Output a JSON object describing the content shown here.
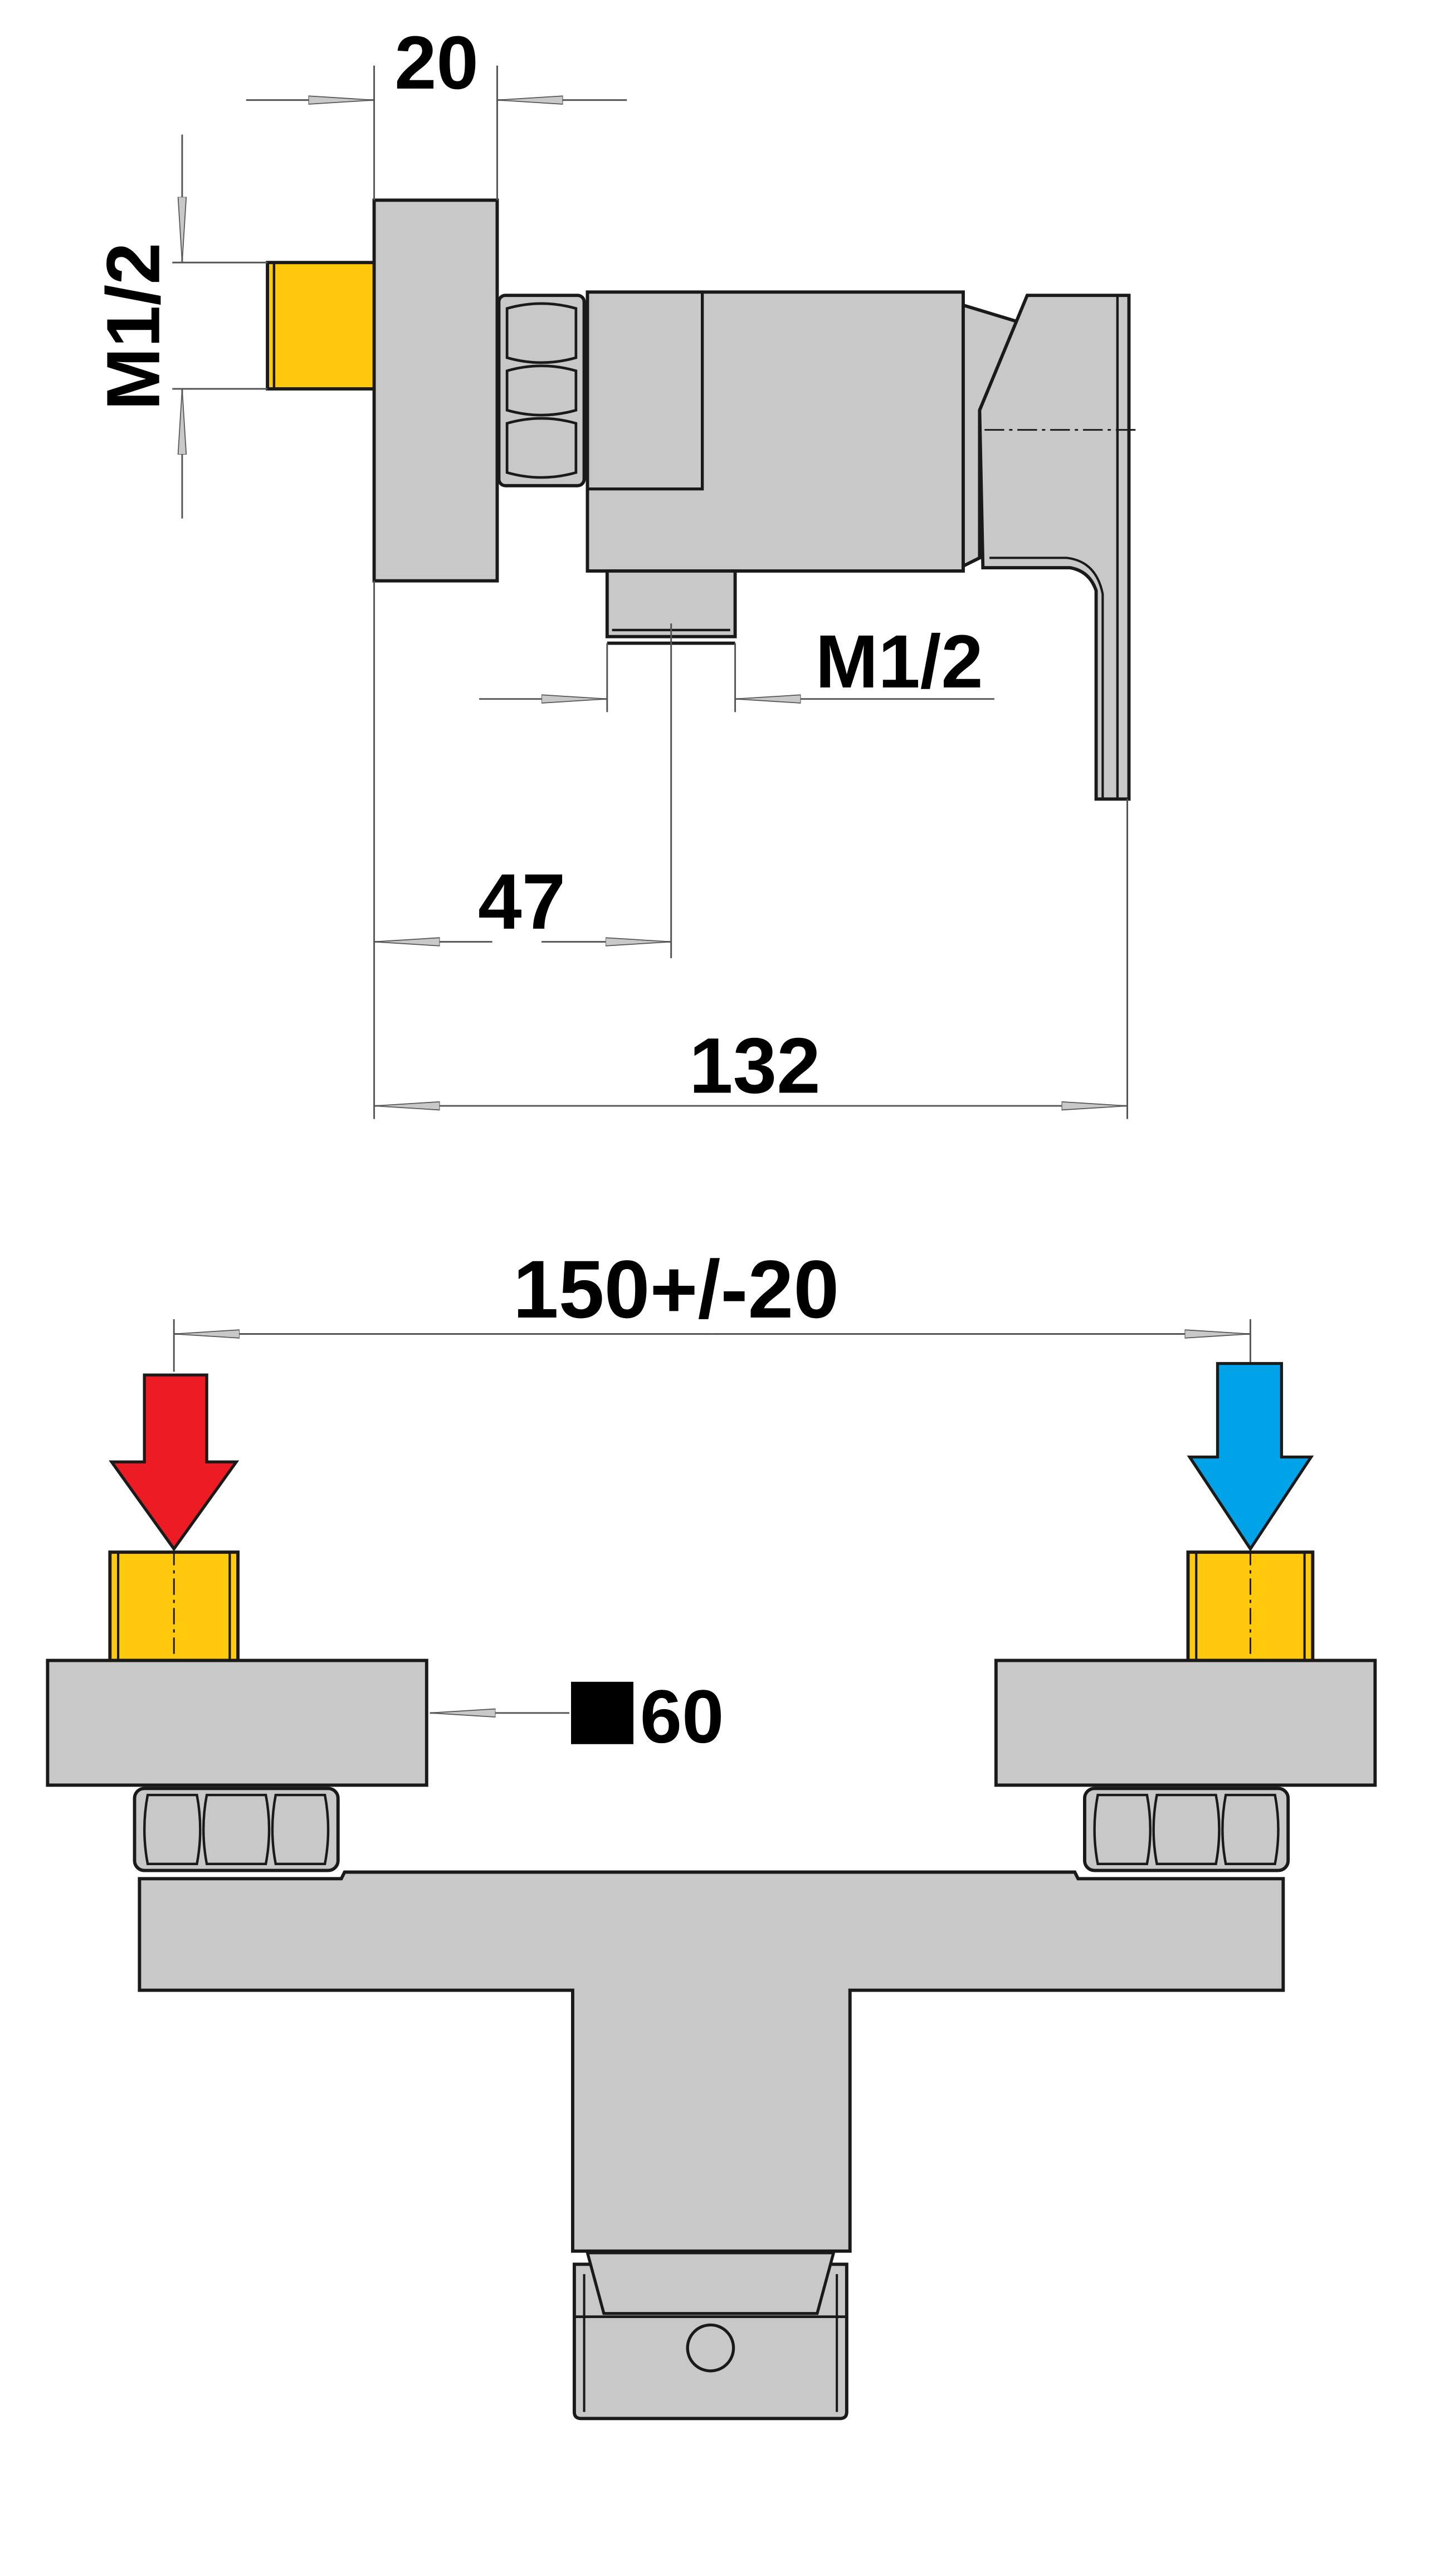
{
  "colors": {
    "body": "#c8c8c8",
    "outline": "#1a1a1a",
    "thread": "#ffc90e",
    "hot": "#ed1c24",
    "cold": "#00a2e8",
    "dimension": "#555555",
    "arrowhead": "#c8c8c8"
  },
  "side_view": {
    "dim_width_top": "20",
    "dim_thread_left": "M1/2",
    "dim_thread_outlet": "M1/2",
    "dim_outlet_offset": "47",
    "dim_total_depth": "132"
  },
  "front_view": {
    "dim_spacing": "150+/-20",
    "square_symbol": "■",
    "dim_square": "60",
    "hot_arrow_icon": "arrow-down-hot-icon",
    "cold_arrow_icon": "arrow-down-cold-icon"
  }
}
